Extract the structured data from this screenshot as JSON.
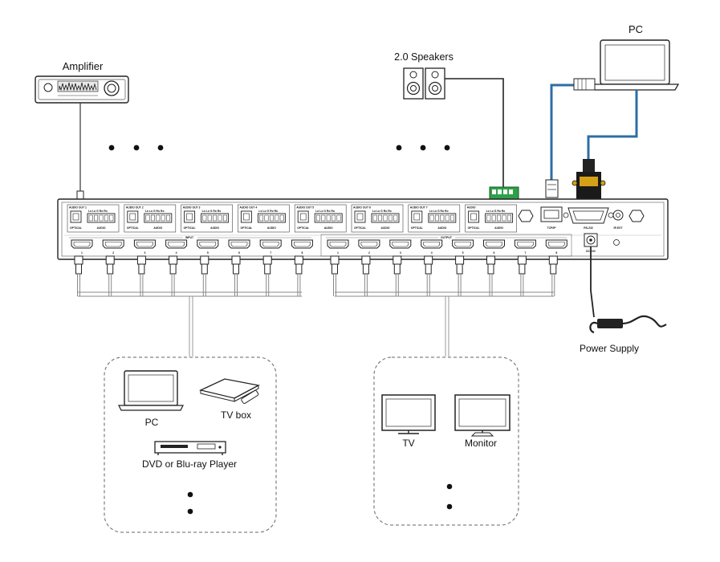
{
  "labels": {
    "amplifier": "Amplifier",
    "speakers": "2.0 Speakers",
    "pc_top": "PC",
    "power_supply": "Power Supply",
    "src_pc": "PC",
    "src_tvbox": "TV box",
    "src_dvd": "DVD or Blu-ray Player",
    "dst_tv": "TV",
    "dst_monitor": "Monitor"
  },
  "panel": {
    "audio_outs": [
      "AUDIO OUT 1",
      "AUDIO OUT 2",
      "AUDIO OUT 3",
      "AUDIO OUT 4",
      "AUDIO OUT 5",
      "AUDIO OUT 6",
      "AUDIO OUT 7",
      "AUDIO"
    ],
    "optical": "OPTICAL",
    "audio": "AUDIO",
    "pins": "Lo Lo G Ro Ro",
    "input": "INPUT",
    "output": "OUTPUT",
    "ports": [
      "1",
      "2",
      "3",
      "4",
      "5",
      "6",
      "7",
      "8"
    ],
    "tcpip": "TCP/IP",
    "rs232": "RS-232",
    "irext": "IR EXT",
    "dc": "DC 24V"
  }
}
